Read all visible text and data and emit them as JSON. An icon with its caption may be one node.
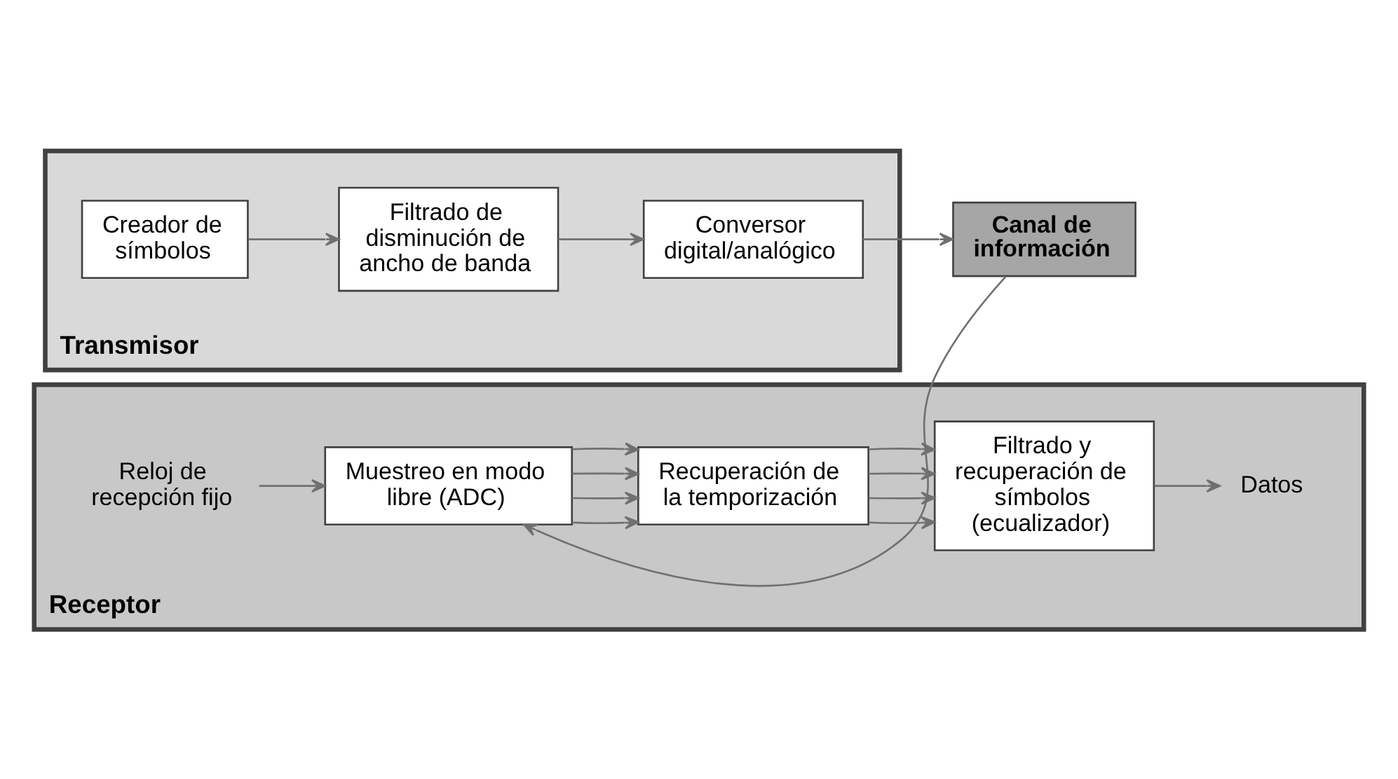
{
  "diagram": {
    "nodes": [
      {
        "text": [
          "Transmisor"
        ]
      },
      {
        "text": [
          "Creador de símbolos"
        ],
        "in": 0
      },
      {
        "text": [
          "Filtrado de disminución de ancho de banda"
        ],
        "in": 0
      },
      {
        "text": [
          "Conversor digital/analógico"
        ],
        "in": 0
      },
      {
        "text": [
          "Canal de información"
        ]
      },
      {
        "text": [
          "Receptor"
        ]
      },
      {
        "text": [
          "Muestreo en modo libre (ADC)"
        ],
        "in": 5
      },
      {
        "text": [
          "Recuperación de la temporización"
        ],
        "in": 5
      },
      {
        "text": [
          "Filtrado y recuperación de símbolos (ecualizador)"
        ],
        "in": 5
      },
      {
        "text": [
          "Datos"
        ],
        "in": 5
      },
      {
        "text": [
          "Reloj de recepción fijo"
        ],
        "in": 5
      }
    ],
    "edges": [
      {
        "from": 1,
        "to": 2,
        "arrow": "to"
      },
      {
        "from": 2,
        "to": 3,
        "arrow": "to"
      },
      {
        "from": 3,
        "to": 4,
        "arrow": "to"
      },
      {
        "from": 4,
        "to": 6,
        "arrow": "to"
      },
      {
        "from": 6,
        "to": 7,
        "arrow": "to"
      },
      {
        "from": 6,
        "to": 7,
        "arrow": "to"
      },
      {
        "from": 6,
        "to": 7,
        "arrow": "to"
      },
      {
        "from": 6,
        "to": 7,
        "arrow": "to"
      },
      {
        "from": 7,
        "to": 8,
        "arrow": "to"
      },
      {
        "from": 7,
        "to": 8,
        "arrow": "to"
      },
      {
        "from": 7,
        "to": 8,
        "arrow": "to"
      },
      {
        "from": 7,
        "to": 8,
        "arrow": "to"
      },
      {
        "from": 8,
        "to": 9,
        "arrow": "to"
      },
      {
        "from": 10,
        "to": 6,
        "arrow": "to"
      }
    ]
  }
}
